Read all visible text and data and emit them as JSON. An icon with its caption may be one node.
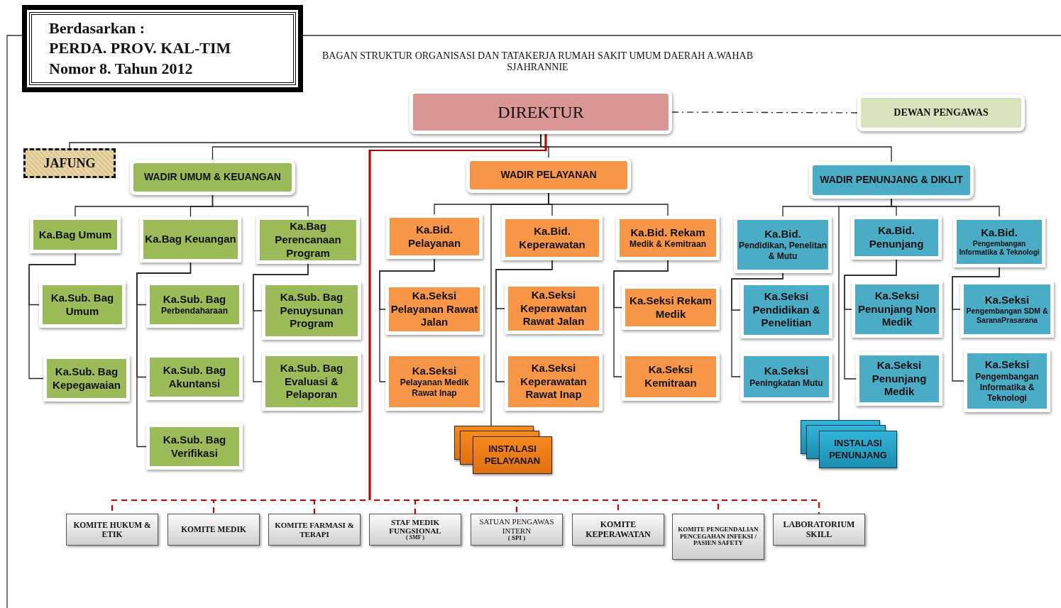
{
  "diagram": {
    "title": "BAGAN STRUKTUR ORGANISASI DAN TATAKERJA RUMAH SAKIT UMUM DAERAH A.WAHAB SJAHRANNIE",
    "nodes": [
      {
        "text": [
          "Berdasarkan :",
          "PERDA. PROV. KAL-TIM",
          "Nomor 8.  Tahun 2012"
        ]
      },
      {
        "text": [
          "DIREKTUR"
        ]
      },
      {
        "text": [
          "DEWAN PENGAWAS"
        ]
      },
      {
        "text": [
          "JAFUNG"
        ]
      },
      {
        "text": [
          "WADIR UMUM & KEUANGAN"
        ]
      },
      {
        "text": [
          "WADIR PELAYANAN"
        ]
      },
      {
        "text": [
          "WADIR PENUNJANG & DIKLIT"
        ]
      },
      {
        "text": [
          "Ka.Bag Umum"
        ]
      },
      {
        "text": [
          "Ka.Bag Keuangan"
        ]
      },
      {
        "text": [
          "Ka.Bag Perencanaan Program"
        ]
      },
      {
        "text": [
          "Ka.Sub. Bag Umum"
        ]
      },
      {
        "text": [
          "Ka.Sub. Bag Kepegawaian"
        ]
      },
      {
        "text": [
          "Ka.Sub. Bag",
          "Perbendaharaan"
        ]
      },
      {
        "text": [
          "Ka.Sub. Bag Akuntansi"
        ]
      },
      {
        "text": [
          "Ka.Sub. Bag Verifikasi"
        ]
      },
      {
        "text": [
          "Ka.Sub. Bag Penuysunan Program"
        ]
      },
      {
        "text": [
          "Ka.Sub. Bag Evaluasi & Pelaporan"
        ]
      },
      {
        "text": [
          "Ka.Bid. Pelayanan"
        ]
      },
      {
        "text": [
          "Ka.Bid. Keperawatan"
        ]
      },
      {
        "text": [
          "Ka.Bid. Rekam",
          "Medik & Kemitraan"
        ]
      },
      {
        "text": [
          "Ka.Seksi Pelayanan Rawat Jalan"
        ]
      },
      {
        "text": [
          "Ka.Seksi",
          "Pelayanan Medik Rawat Inap"
        ]
      },
      {
        "text": [
          "Ka.Seksi Keperawatan Rawat Jalan"
        ]
      },
      {
        "text": [
          "Ka.Seksi Keperawatan Rawat Inap"
        ]
      },
      {
        "text": [
          "Ka.Seksi Rekam Medik"
        ]
      },
      {
        "text": [
          "Ka.Seksi Kemitraan"
        ]
      },
      {
        "text": [
          "INSTALASI PELAYANAN"
        ]
      },
      {
        "text": [
          "Ka.Bid.",
          "Pendidikan, Penelitan & Mutu"
        ]
      },
      {
        "text": [
          "Ka.Bid. Penunjang"
        ]
      },
      {
        "text": [
          "Ka.Bid.",
          "Pengembangan Informatika & Teknologi"
        ]
      },
      {
        "text": [
          "Ka.Seksi Pendidikan & Penelitian"
        ]
      },
      {
        "text": [
          "Ka.Seksi",
          "Peningkatan Mutu"
        ]
      },
      {
        "text": [
          "Ka.Seksi Penunjang Non Medik"
        ]
      },
      {
        "text": [
          "Ka.Seksi Penunjang Medik"
        ]
      },
      {
        "text": [
          "Ka.Seksi",
          "Pengembangan SDM & SaranaPrasarana"
        ]
      },
      {
        "text": [
          "Ka.Seksi",
          "Pengembangan Informatika & Teknologi"
        ]
      },
      {
        "text": [
          "INSTALASI PENUNJANG"
        ]
      },
      {
        "text": [
          "KOMITE HUKUM & ETIK"
        ]
      },
      {
        "text": [
          "KOMITE MEDIK"
        ]
      },
      {
        "text": [
          "KOMITE FARMASI & TERAPI"
        ]
      },
      {
        "text": [
          "STAF MEDIK FUNGSIONAL",
          "( SMF )"
        ]
      },
      {
        "text": [
          "SATUAN PENGAWAS INTERN",
          "( SPI )"
        ]
      },
      {
        "text": [
          "KOMITE KEPERAWATAN"
        ]
      },
      {
        "text": [
          "KOMITE PENGENDALIAN PENCEGAHAN INFEKSI / PASIEN SAFETY"
        ]
      },
      {
        "text": [
          "LABORATORIUM SKILL"
        ]
      }
    ],
    "edges": [
      {
        "from": 1,
        "to": 2,
        "arrow": "none",
        "style": "dashed"
      },
      {
        "from": 1,
        "to": 3,
        "arrow": "none"
      },
      {
        "from": 1,
        "to": 4,
        "arrow": "none"
      },
      {
        "from": 1,
        "to": 5,
        "arrow": "none"
      },
      {
        "from": 1,
        "to": 6,
        "arrow": "none"
      },
      {
        "from": 4,
        "to": 7,
        "arrow": "none"
      },
      {
        "from": 4,
        "to": 8,
        "arrow": "none"
      },
      {
        "from": 4,
        "to": 9,
        "arrow": "none"
      },
      {
        "from": 7,
        "to": 10,
        "arrow": "none"
      },
      {
        "from": 7,
        "to": 11,
        "arrow": "none"
      },
      {
        "from": 8,
        "to": 12,
        "arrow": "none"
      },
      {
        "from": 8,
        "to": 13,
        "arrow": "none"
      },
      {
        "from": 8,
        "to": 14,
        "arrow": "none"
      },
      {
        "from": 9,
        "to": 15,
        "arrow": "none"
      },
      {
        "from": 9,
        "to": 16,
        "arrow": "none"
      },
      {
        "from": 5,
        "to": 17,
        "arrow": "none"
      },
      {
        "from": 5,
        "to": 18,
        "arrow": "none"
      },
      {
        "from": 5,
        "to": 19,
        "arrow": "none"
      },
      {
        "from": 17,
        "to": 20,
        "arrow": "none"
      },
      {
        "from": 17,
        "to": 21,
        "arrow": "none"
      },
      {
        "from": 18,
        "to": 22,
        "arrow": "none"
      },
      {
        "from": 18,
        "to": 23,
        "arrow": "none"
      },
      {
        "from": 19,
        "to": 24,
        "arrow": "none"
      },
      {
        "from": 19,
        "to": 25,
        "arrow": "none"
      },
      {
        "from": 5,
        "to": 26,
        "arrow": "none"
      },
      {
        "from": 6,
        "to": 27,
        "arrow": "none"
      },
      {
        "from": 6,
        "to": 28,
        "arrow": "none"
      },
      {
        "from": 6,
        "to": 29,
        "arrow": "none"
      },
      {
        "from": 27,
        "to": 30,
        "arrow": "none"
      },
      {
        "from": 27,
        "to": 31,
        "arrow": "none"
      },
      {
        "from": 28,
        "to": 32,
        "arrow": "none"
      },
      {
        "from": 28,
        "to": 33,
        "arrow": "none"
      },
      {
        "from": 29,
        "to": 34,
        "arrow": "none"
      },
      {
        "from": 29,
        "to": 35,
        "arrow": "none"
      },
      {
        "from": 6,
        "to": 36,
        "arrow": "none"
      },
      {
        "from": 1,
        "to": 37,
        "arrow": "none",
        "style": "dashed",
        "color": "#c00000"
      },
      {
        "from": 1,
        "to": 38,
        "arrow": "none",
        "style": "dashed",
        "color": "#c00000"
      },
      {
        "from": 1,
        "to": 39,
        "arrow": "none",
        "style": "dashed",
        "color": "#c00000"
      },
      {
        "from": 1,
        "to": 40,
        "arrow": "none",
        "style": "dashed",
        "color": "#c00000"
      },
      {
        "from": 1,
        "to": 41,
        "arrow": "none",
        "style": "dashed",
        "color": "#c00000"
      },
      {
        "from": 1,
        "to": 42,
        "arrow": "none",
        "style": "dashed",
        "color": "#c00000"
      },
      {
        "from": 1,
        "to": 43,
        "arrow": "none",
        "style": "dashed",
        "color": "#c00000"
      },
      {
        "from": 1,
        "to": 44,
        "arrow": "none",
        "style": "dashed",
        "color": "#c00000"
      }
    ]
  }
}
